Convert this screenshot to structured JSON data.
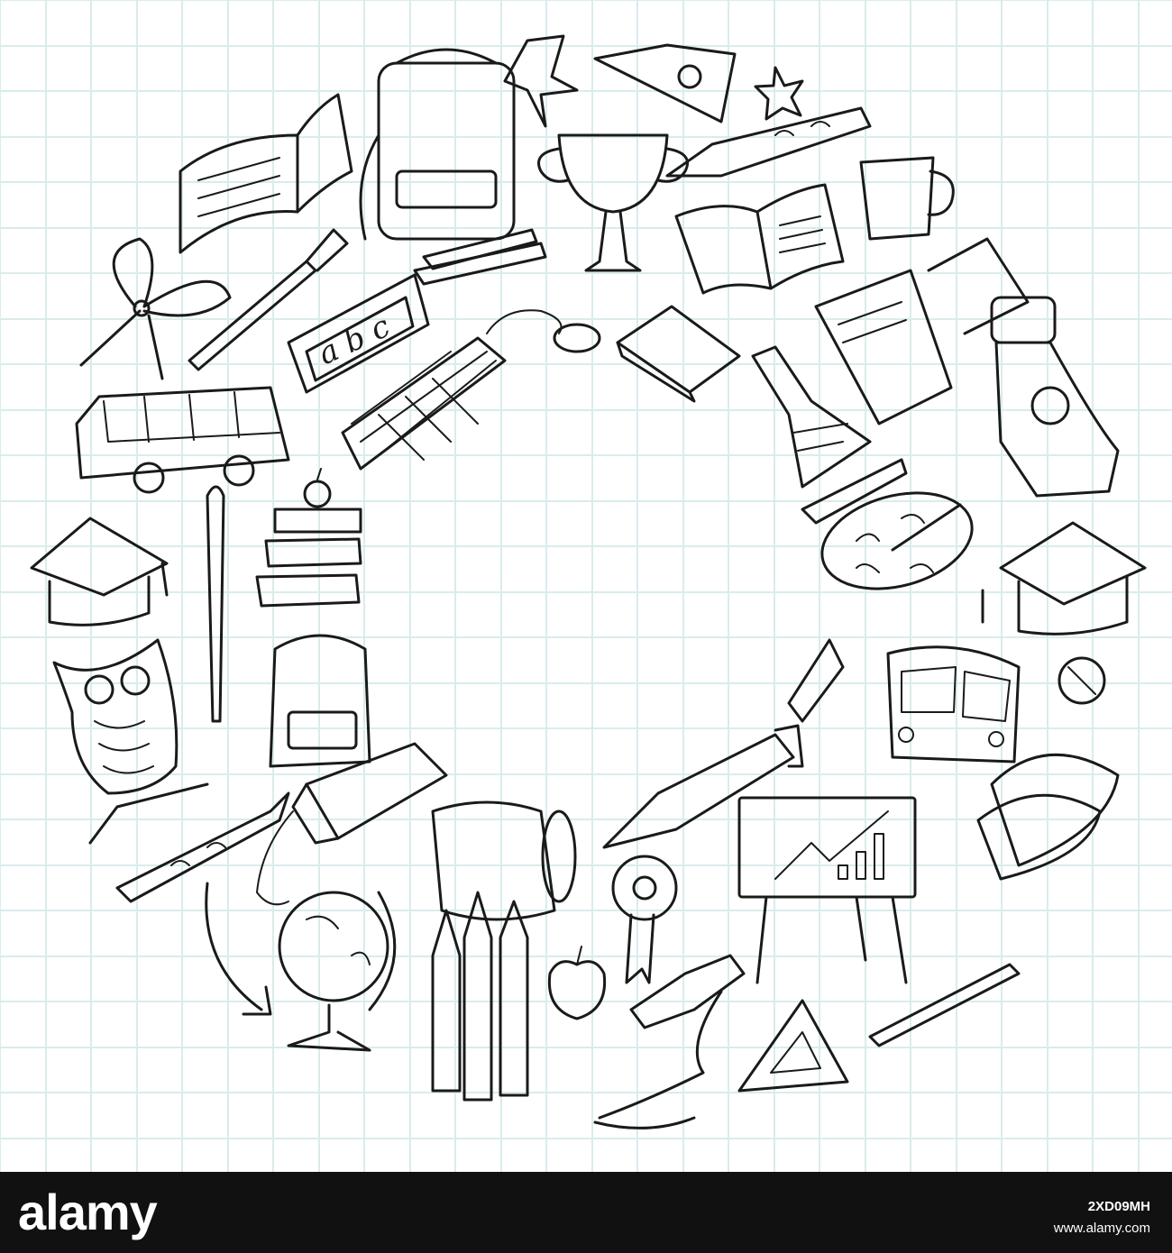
{
  "illustration": {
    "doodle_text": "a b c",
    "colors": {
      "ink": "#1a1a1a",
      "grid": "#d9ecec",
      "paper": "#ffffff",
      "footer": "#111111"
    }
  },
  "watermark": {
    "logo": "alamy",
    "image_id": "2XD09MH",
    "url": "www.alamy.com"
  }
}
